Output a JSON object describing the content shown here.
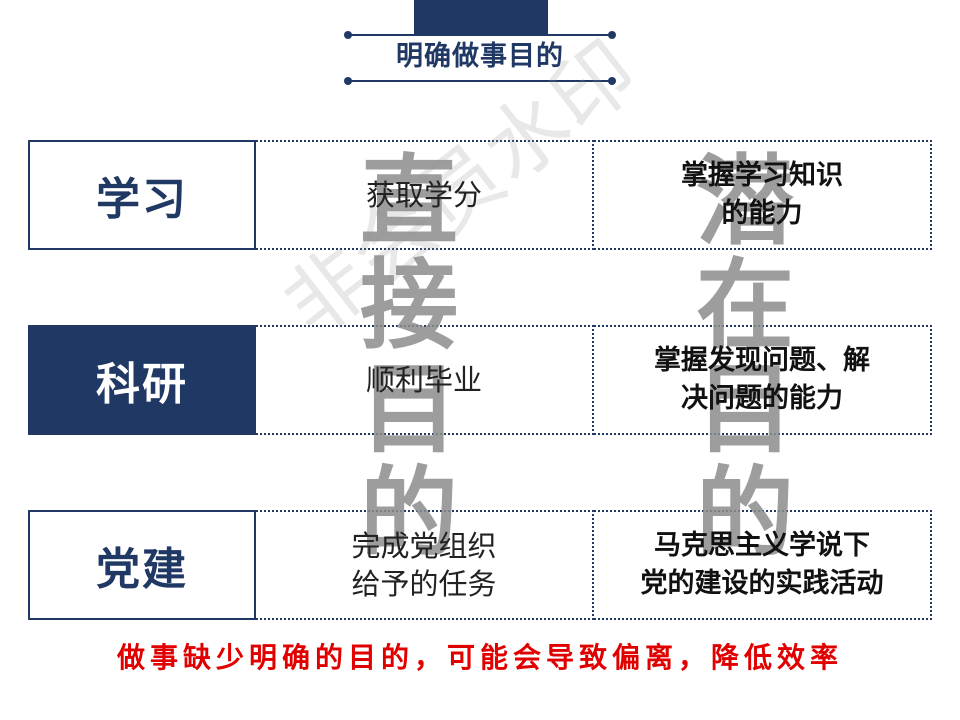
{
  "title": "明确做事目的",
  "watermark": "非会员水印",
  "overlay_left": [
    "直",
    "接",
    "目",
    "的"
  ],
  "overlay_right": [
    "潜",
    "在",
    "目",
    "的"
  ],
  "rows": [
    {
      "label": "学习",
      "goal": "获取学分",
      "ability": "掌握学习知识\n的能力"
    },
    {
      "label": "科研",
      "goal": "顺利毕业",
      "ability": "掌握发现问题、解\n决问题的能力"
    },
    {
      "label": "党建",
      "goal": "完成党组织\n给予的任务",
      "ability": "马克思主义学说下\n党的建设的实践活动"
    }
  ],
  "footer": "做事缺少明确的目的，可能会导致偏离，降低效率",
  "colors": {
    "navy": "#1f3864",
    "red": "#e00000"
  }
}
